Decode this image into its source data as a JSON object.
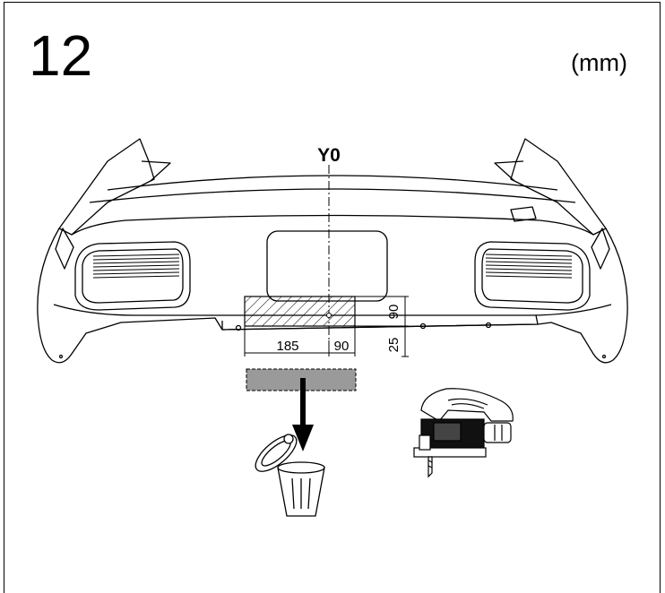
{
  "step_number": "12",
  "unit_label": "(mm)",
  "reference_line_label": "Y0",
  "dimensions": {
    "left_offset": "185",
    "center_width": "90",
    "cut_height": "90",
    "bottom_offset": "25"
  },
  "icons": {
    "bumper": "rear-bumper-drawing",
    "removed_piece": "cutout-piece",
    "disposal": "trash-bin-icon",
    "tool": "jigsaw-icon"
  }
}
